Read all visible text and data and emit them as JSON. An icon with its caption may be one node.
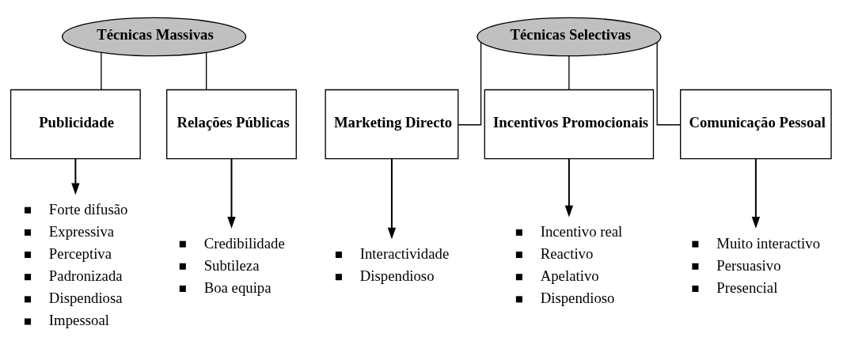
{
  "diagram": {
    "nodes": [
      {
        "text": [
          "Técnicas Massivas"
        ]
      },
      {
        "text": [
          "Publicidade"
        ]
      },
      {
        "text": [
          "Relações Públicas"
        ]
      },
      {
        "text": [
          "Técnicas Selectivas"
        ]
      },
      {
        "text": [
          "Marketing Directo"
        ]
      },
      {
        "text": [
          "Incentivos Promocionais"
        ]
      },
      {
        "text": [
          "Comunicação Pessoal"
        ]
      },
      {
        "text": [
          "Forte difusão",
          "Expressiva",
          "Perceptiva",
          "Padronizada",
          "Dispendiosa",
          "Impessoal"
        ]
      },
      {
        "text": [
          "Credibilidade",
          "Subtileza",
          "Boa equipa"
        ]
      },
      {
        "text": [
          "Interactividade",
          "Dispendioso"
        ]
      },
      {
        "text": [
          "Incentivo real",
          "Reactivo",
          "Apelativo",
          "Dispendioso"
        ]
      },
      {
        "text": [
          "Muito interactivo",
          "Persuasivo",
          "Presencial"
        ]
      }
    ],
    "edges": [
      {
        "from": 0,
        "to": 1,
        "arrow": "none"
      },
      {
        "from": 0,
        "to": 2,
        "arrow": "none"
      },
      {
        "from": 3,
        "to": 4,
        "arrow": "none"
      },
      {
        "from": 3,
        "to": 5,
        "arrow": "none"
      },
      {
        "from": 3,
        "to": 6,
        "arrow": "none"
      },
      {
        "from": 1,
        "to": 7,
        "arrow": "to"
      },
      {
        "from": 2,
        "to": 8,
        "arrow": "to"
      },
      {
        "from": 4,
        "to": 9,
        "arrow": "to"
      },
      {
        "from": 5,
        "to": 10,
        "arrow": "to"
      },
      {
        "from": 6,
        "to": 11,
        "arrow": "to"
      }
    ]
  }
}
